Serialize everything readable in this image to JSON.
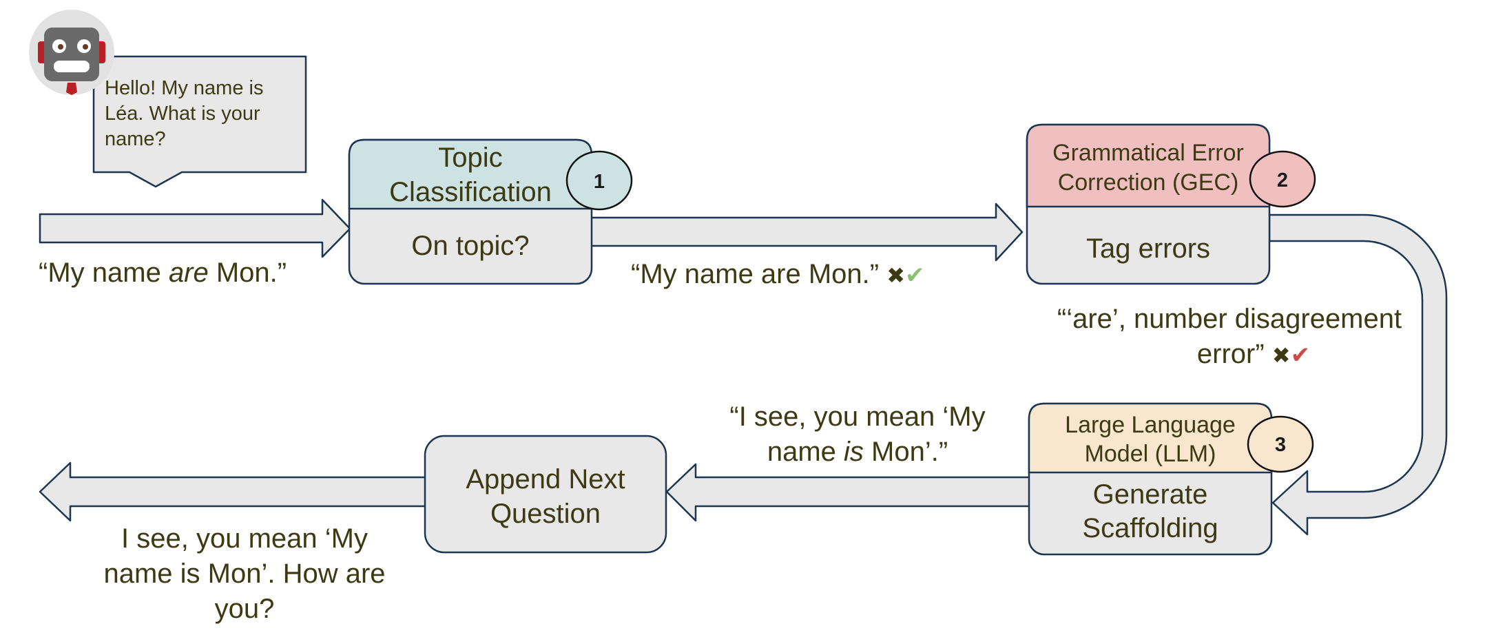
{
  "speech_bubble": {
    "text": "Hello! My name is Léa. What is your name?"
  },
  "input": {
    "pre": "“My name ",
    "emph": "are",
    "post": " Mon.”"
  },
  "step1": {
    "number": "1",
    "header": [
      "Topic",
      "Classification"
    ],
    "body": "On topic?"
  },
  "step1_output": {
    "text": "“My name are Mon.”",
    "x_mark": "✖",
    "check_mark": "✔"
  },
  "step2": {
    "number": "2",
    "header": [
      "Grammatical Error",
      "Correction (GEC)"
    ],
    "body": "Tag errors"
  },
  "step2_output": {
    "line1": "“‘are’, number disagreement",
    "line2": "error”",
    "x_mark": "✖",
    "check_mark": "✔"
  },
  "step3": {
    "number": "3",
    "header": [
      "Large Language",
      "Model (LLM)"
    ],
    "body": [
      "Generate",
      "Scaffolding"
    ]
  },
  "step3_output": {
    "line1": "“I see, you mean ‘My",
    "line2_pre": "name ",
    "line2_emph": "is",
    "line2_post": " Mon’.”"
  },
  "append": {
    "label": [
      "Append Next",
      "Question"
    ]
  },
  "final_output": {
    "lines": [
      "I see, you mean ‘My",
      "name is Mon’. How are",
      "you?"
    ]
  },
  "colors": {
    "topic_header": "#cde3e3",
    "gec_header": "#f0c0c0",
    "llm_header": "#f8e6cf",
    "box_fill": "#e8e8e8",
    "outline": "#1c3550",
    "text": "#3d3a13"
  }
}
